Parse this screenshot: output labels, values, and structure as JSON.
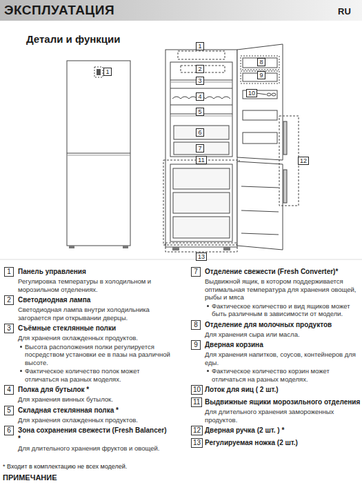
{
  "diagram": {
    "title": "ЭКСПЛУАТАЦИЯ",
    "nodes": [
      {
        "text": [
          "1"
        ]
      },
      {
        "text": [
          "1"
        ]
      },
      {
        "text": [
          "2"
        ]
      },
      {
        "text": [
          "3"
        ]
      },
      {
        "text": [
          "4"
        ]
      },
      {
        "text": [
          "5"
        ]
      },
      {
        "text": [
          "6"
        ]
      },
      {
        "text": [
          "7"
        ]
      },
      {
        "text": [
          "8"
        ]
      },
      {
        "text": [
          "9"
        ]
      },
      {
        "text": [
          "10"
        ]
      },
      {
        "text": [
          "11"
        ]
      },
      {
        "text": [
          "12"
        ]
      },
      {
        "text": [
          "13"
        ]
      },
      {
        "text": [
          "1"
        ]
      },
      {
        "text": [
          "2"
        ]
      },
      {
        "text": [
          "3"
        ]
      },
      {
        "text": [
          "4"
        ]
      },
      {
        "text": [
          "5"
        ]
      },
      {
        "text": [
          "6"
        ]
      },
      {
        "text": [
          "7"
        ]
      },
      {
        "text": [
          "8"
        ]
      },
      {
        "text": [
          "9"
        ]
      },
      {
        "text": [
          "10"
        ]
      },
      {
        "text": [
          "11"
        ]
      },
      {
        "text": [
          "12"
        ]
      },
      {
        "text": [
          "13"
        ]
      }
    ],
    "labels": [
      "RU",
      "Детали и функции",
      "Панель управления",
      "Регулировка температуры в холодильном и морозильном отделениях.",
      "Светодиодная лампа",
      "Светодиодная лампа внутри холодильника загорается при открывании дверцы.",
      "Съёмные стеклянные полки",
      "Для хранения охлажденных продуктов.",
      "Высота расположения полки регулируется посредством установки ее в пазы на различной высоте.",
      "Фактическое количество полок может отличаться на разных моделях.",
      "Полка для бутылок *",
      "Для хранения винных бутылок.",
      "Складная стеклянная полка *",
      "Для хранения охлажденных продуктов.",
      "Зона сохранения свежести (Fresh Balancer) *",
      "Для длительного хранения фруктов и овощей.",
      "Отделение свежести (Fresh Converter)*",
      "Выдвижной ящик, в котором поддерживается оптимальная температура для хранения овощей, рыбы и мяса",
      "Фактическое количество и вид ящиков может быть различным в зависимости от модели.",
      "Отделение для молочных продуктов",
      "Для хранения сыра или масла.",
      "Дверная корзина",
      "Для хранения напитков, соусов, контейнеров для еды.",
      "Фактическое количество корзин может отличаться на разных моделях.",
      "Лоток для яиц ( 2 шт.)",
      "Выдвижные ящики морозильного отделения",
      "Для длительного хранения замороженных продуктов.",
      "Дверная ручка (2 шт. ) *",
      "Регулируемая ножка (2 шт.)",
      "* Входит в комплектацию не всех моделей.",
      "ПРИМЕЧАНИЕ"
    ]
  }
}
